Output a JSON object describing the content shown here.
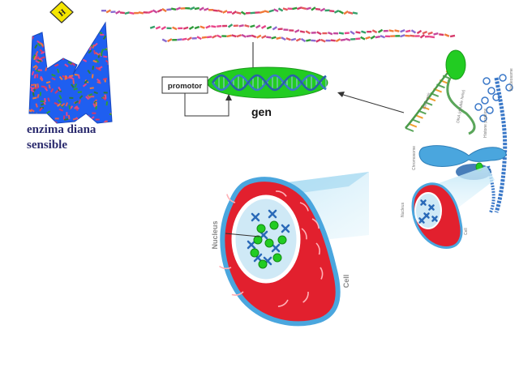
{
  "labels": {
    "enzyme_line1": "enzima diana",
    "enzyme_line2": "sensible",
    "promotor": "promotor",
    "gen": "gen",
    "hazard_letter": "H",
    "large_nucleus": "Nucleus",
    "large_cell": "Cell",
    "small_nucleus": "Nucleus",
    "small_cell": "Cell",
    "base_pair": "Base pair",
    "dna_helix": "DNA (double helix)",
    "histone": "Histone proteins",
    "nucleosome": "Nucleosome",
    "chromosome": "Chromosome"
  },
  "colors": {
    "enzyme_text": "#2b2b6e",
    "enzyme_blue": "#1f5ff0",
    "highlight_green": "#22cc22",
    "dna_blue": "#3a78c8",
    "cell_red": "#e2202e",
    "cell_rim": "#4aa6de",
    "hazard_yellow": "#f5e600"
  }
}
